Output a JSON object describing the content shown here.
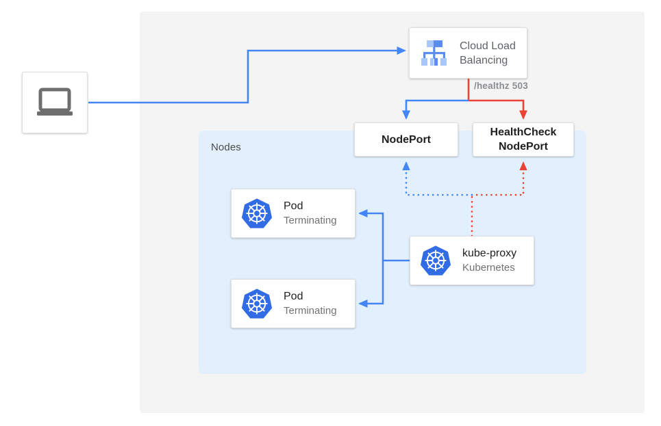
{
  "diagram": {
    "title_text": "",
    "colors": {
      "blue": "#4285f4",
      "red": "#ea4335",
      "canvas_gray": "#f4f4f4",
      "nodes_blue": "#e2effc",
      "kubernetes_blue": "#326ce5",
      "laptop_gray": "#6e6e6e"
    },
    "regions": {
      "outer": {
        "label": ""
      },
      "nodes": {
        "label": "Nodes"
      }
    },
    "nodes": [
      {
        "id": "client",
        "icon": "laptop-icon",
        "label": "",
        "sublabel": ""
      },
      {
        "id": "cloud-load-balancing",
        "icon": "cloud-load-balancing-icon",
        "label_line1": "Cloud Load",
        "label_line2": "Balancing"
      },
      {
        "id": "nodeport",
        "label": "NodePort"
      },
      {
        "id": "healthcheck-nodeport",
        "label_line1": "HealthCheck",
        "label_line2": "NodePort"
      },
      {
        "id": "pod-1",
        "icon": "kubernetes-icon",
        "label": "Pod",
        "sublabel": "Terminating"
      },
      {
        "id": "pod-2",
        "icon": "kubernetes-icon",
        "label": "Pod",
        "sublabel": "Terminating"
      },
      {
        "id": "kube-proxy",
        "icon": "kubernetes-icon",
        "label": "kube-proxy",
        "sublabel": "Kubernetes"
      }
    ],
    "edge_labels": {
      "healthz": "/healthz 503"
    }
  }
}
